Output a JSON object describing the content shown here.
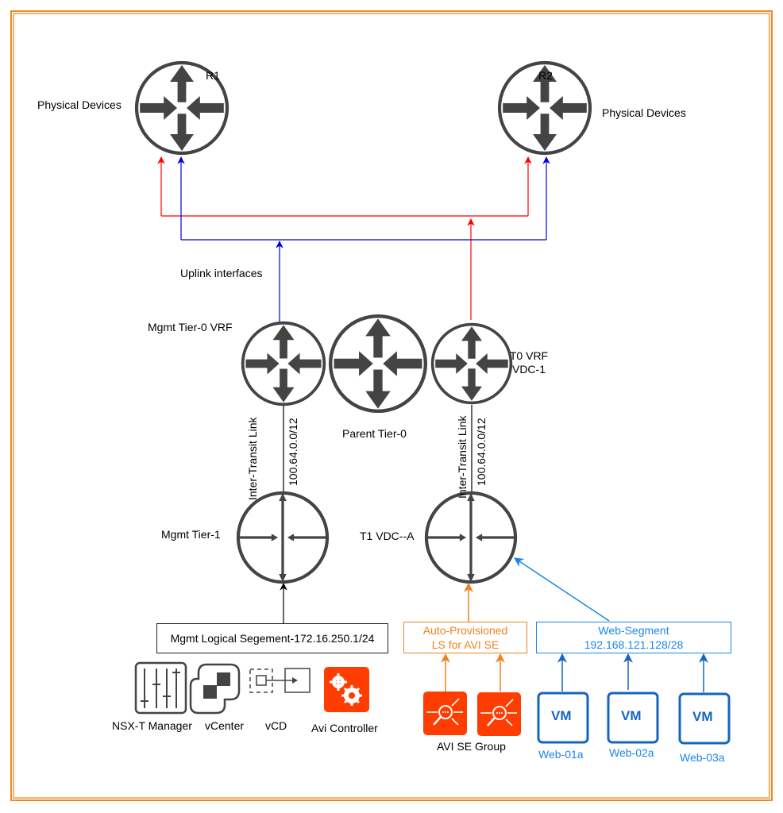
{
  "routers": {
    "r1": {
      "name": "R1",
      "label": "Physical Devices"
    },
    "r2": {
      "name": "R2",
      "label": "Physical Devices"
    },
    "mgmt_t0": {
      "label": "Mgmt Tier-0 VRF"
    },
    "parent_t0": {
      "label": "Parent Tier-0"
    },
    "t0_vrf": {
      "label_line1": "T0 VRF",
      "label_line2": "VDC-1"
    },
    "mgmt_t1": {
      "label": "Mgmt Tier-1"
    },
    "t1_vdc": {
      "label": "T1 VDC--A"
    }
  },
  "links": {
    "uplink_label": "Uplink interfaces",
    "transit_label": "Inter-Transit Link",
    "transit_subnet": "100.64.0.0/12",
    "colors": {
      "red": "#ff0000",
      "blue": "#0000dd",
      "orange": "#f0821e",
      "light_blue": "#1a86e8"
    }
  },
  "segments": {
    "mgmt": "Mgmt Logical Segement-172.16.250.1/24",
    "avi_ls_line1": "Auto-Provisioned",
    "avi_ls_line2": "LS for AVI SE",
    "web_line1": "Web-Segment",
    "web_line2": "192.168.121.128/28"
  },
  "mgmt_components": [
    {
      "label": "NSX-T Manager",
      "icon": "sliders-icon"
    },
    {
      "label": "vCenter",
      "icon": "vcenter-icon"
    },
    {
      "label": "vCD",
      "icon": "vcd-icon"
    },
    {
      "label": "Avi Controller",
      "icon": "gears-icon"
    }
  ],
  "avi_se_group": {
    "label": "AVI SE Group"
  },
  "vms": [
    {
      "badge": "VM",
      "label": "Web-01a"
    },
    {
      "badge": "VM",
      "label": "Web-02a"
    },
    {
      "badge": "VM",
      "label": "Web-03a"
    }
  ]
}
